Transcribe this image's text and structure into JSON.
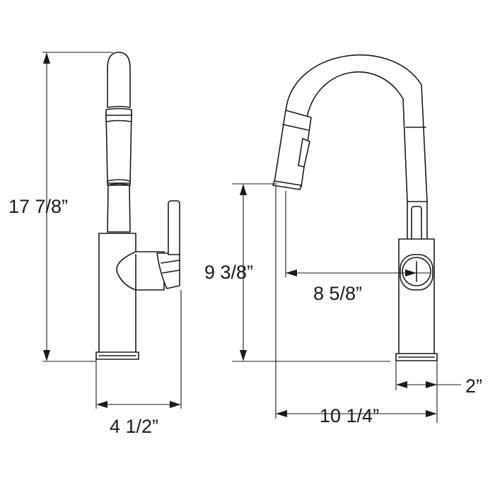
{
  "dimensions": {
    "overall_height": "17 7/8”",
    "base_width": "4 1/2”",
    "spout_height": "9 3/8”",
    "spout_reach": "8 5/8”",
    "overall_depth": "10 1/4”",
    "base_depth": "2”"
  },
  "colors": {
    "line": "#1a1a1a",
    "background": "#ffffff"
  }
}
